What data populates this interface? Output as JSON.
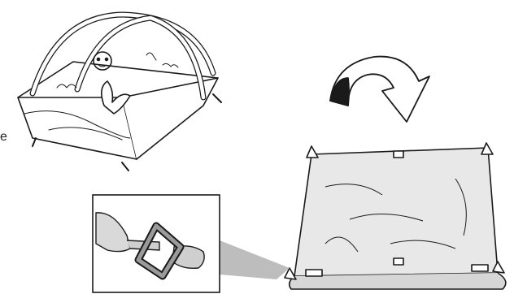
{
  "page": {
    "background_color": "#ffffff",
    "line_color": "#1a1a1a",
    "fill_gray": "#e8e8e8",
    "dark_gray": "#555555"
  },
  "visible_text": {
    "edge_fragment": "e"
  },
  "illustration": {
    "parts": [
      {
        "name": "assembled-play-gym",
        "icon": "baby-play-gym-icon"
      },
      {
        "name": "flip-arrow",
        "icon": "curved-arrow-icon"
      },
      {
        "name": "flipped-mat",
        "icon": "play-mat-underside-icon"
      },
      {
        "name": "buckle-detail",
        "icon": "triangle-buckle-icon"
      }
    ]
  }
}
